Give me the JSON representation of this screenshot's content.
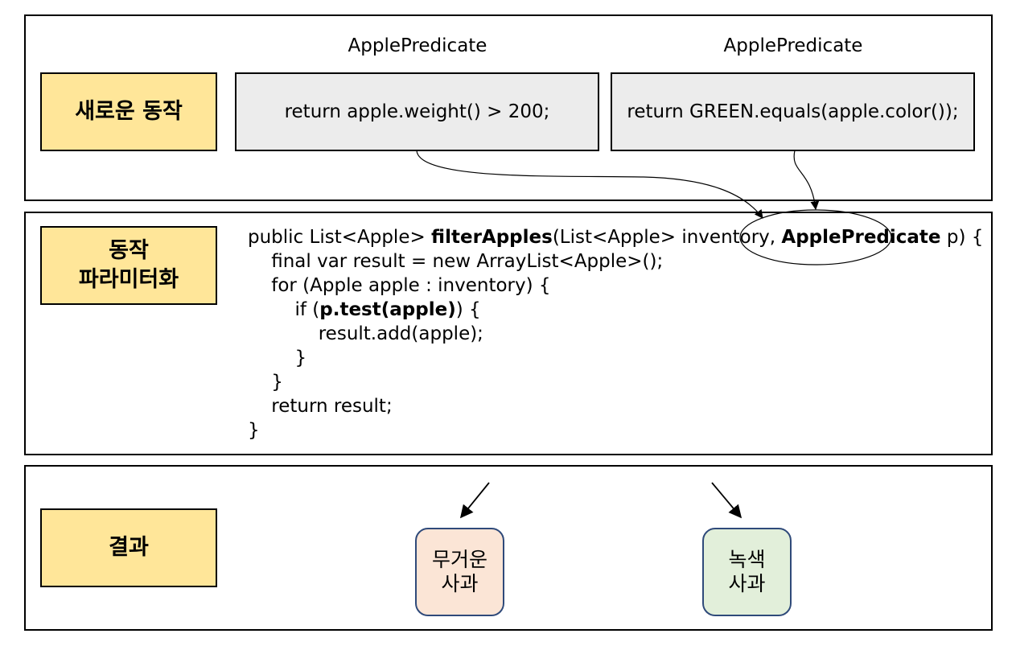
{
  "sections": {
    "new_behavior": {
      "label": "새로운 동작"
    },
    "parameterization": {
      "label_line1": "동작",
      "label_line2": "파라미터화"
    },
    "result": {
      "label": "결과"
    }
  },
  "predicates": [
    {
      "title": "ApplePredicate",
      "code": "return apple.weight() > 200;"
    },
    {
      "title": "ApplePredicate",
      "code": "return GREEN.equals(apple.color());"
    }
  ],
  "code": {
    "l1_a": "public List<Apple> ",
    "l1_method": "filterApples",
    "l1_b": "(List<Apple> inventory, ",
    "l1_type": "ApplePredicate",
    "l1_c": " p) {",
    "l2": "    final var result = new ArrayList<Apple>();",
    "l3": "    for (Apple apple : inventory) {",
    "l4_a": "        if (",
    "l4_call": "p.test(apple)",
    "l4_b": ") {",
    "l5": "            result.add(apple);",
    "l6": "        }",
    "l7": "    }",
    "l8": "    return result;",
    "l9": "}"
  },
  "results": [
    {
      "line1": "무거운",
      "line2": "사과",
      "fill": "#fbe5d6"
    },
    {
      "line1": "녹색",
      "line2": "사과",
      "fill": "#e2efda"
    }
  ],
  "colors": {
    "label_fill": "#ffe699",
    "predicate_fill": "#ececec",
    "result_border": "#2f4a7a"
  }
}
